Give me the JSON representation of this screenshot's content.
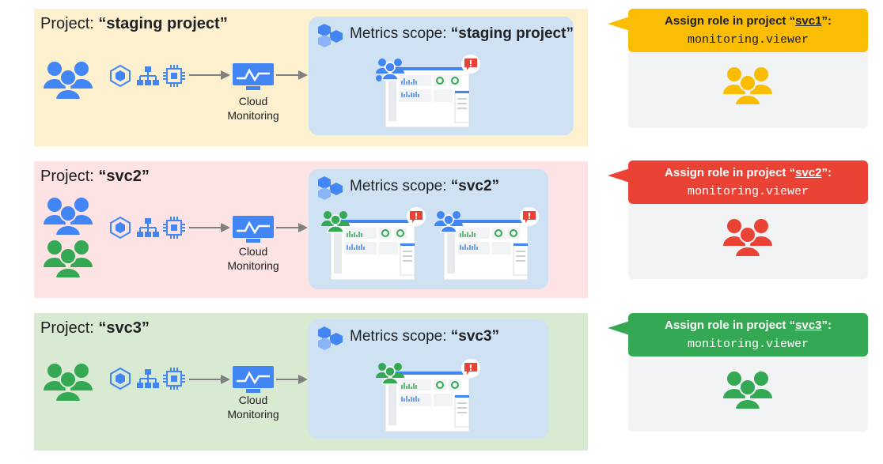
{
  "colors": {
    "band_staging": "#fdf0cf",
    "band_svc2": "#fde3e3",
    "band_svc3": "#d9ead3",
    "scope_bg": "#cfe2f3",
    "blue": "#4285f4",
    "green": "#34a853",
    "yellow": "#fbbc04",
    "red": "#ea4335",
    "arrow": "#808080"
  },
  "projects": [
    {
      "label_prefix": "Project: ",
      "name": "“staging project”",
      "cloud_monitoring_line1": "Cloud",
      "cloud_monitoring_line2": "Monitoring",
      "scope_prefix": "Metrics scope: ",
      "scope_name": "“staging project”",
      "user_groups": [
        "blue"
      ],
      "dashboards": [
        "blue"
      ]
    },
    {
      "label_prefix": "Project: ",
      "name": "“svc2”",
      "cloud_monitoring_line1": "Cloud",
      "cloud_monitoring_line2": "Monitoring",
      "scope_prefix": "Metrics scope: ",
      "scope_name": "“svc2”",
      "user_groups": [
        "blue",
        "green"
      ],
      "dashboards": [
        "green",
        "blue"
      ]
    },
    {
      "label_prefix": "Project: ",
      "name": "“svc3”",
      "cloud_monitoring_line1": "Cloud",
      "cloud_monitoring_line2": "Monitoring",
      "scope_prefix": "Metrics scope: ",
      "scope_name": "“svc3”",
      "user_groups": [
        "green"
      ],
      "dashboards": [
        "green"
      ]
    }
  ],
  "role_cards": [
    {
      "prefix": "Assign role in project “",
      "project": "svc1",
      "suffix": "”:",
      "role": "monitoring.viewer",
      "color": "yellow"
    },
    {
      "prefix": "Assign role in project “",
      "project": "svc2",
      "suffix": "”:",
      "role": "monitoring.viewer",
      "color": "red"
    },
    {
      "prefix": "Assign role in project “",
      "project": "svc3",
      "suffix": "”:",
      "role": "monitoring.viewer",
      "color": "green"
    }
  ],
  "icons": [
    "users-icon",
    "container-icon",
    "hierarchy-icon",
    "cpu-chip-icon",
    "monitoring-screen-icon",
    "hexagon-cluster-icon",
    "dashboard-icon",
    "alert-icon"
  ]
}
